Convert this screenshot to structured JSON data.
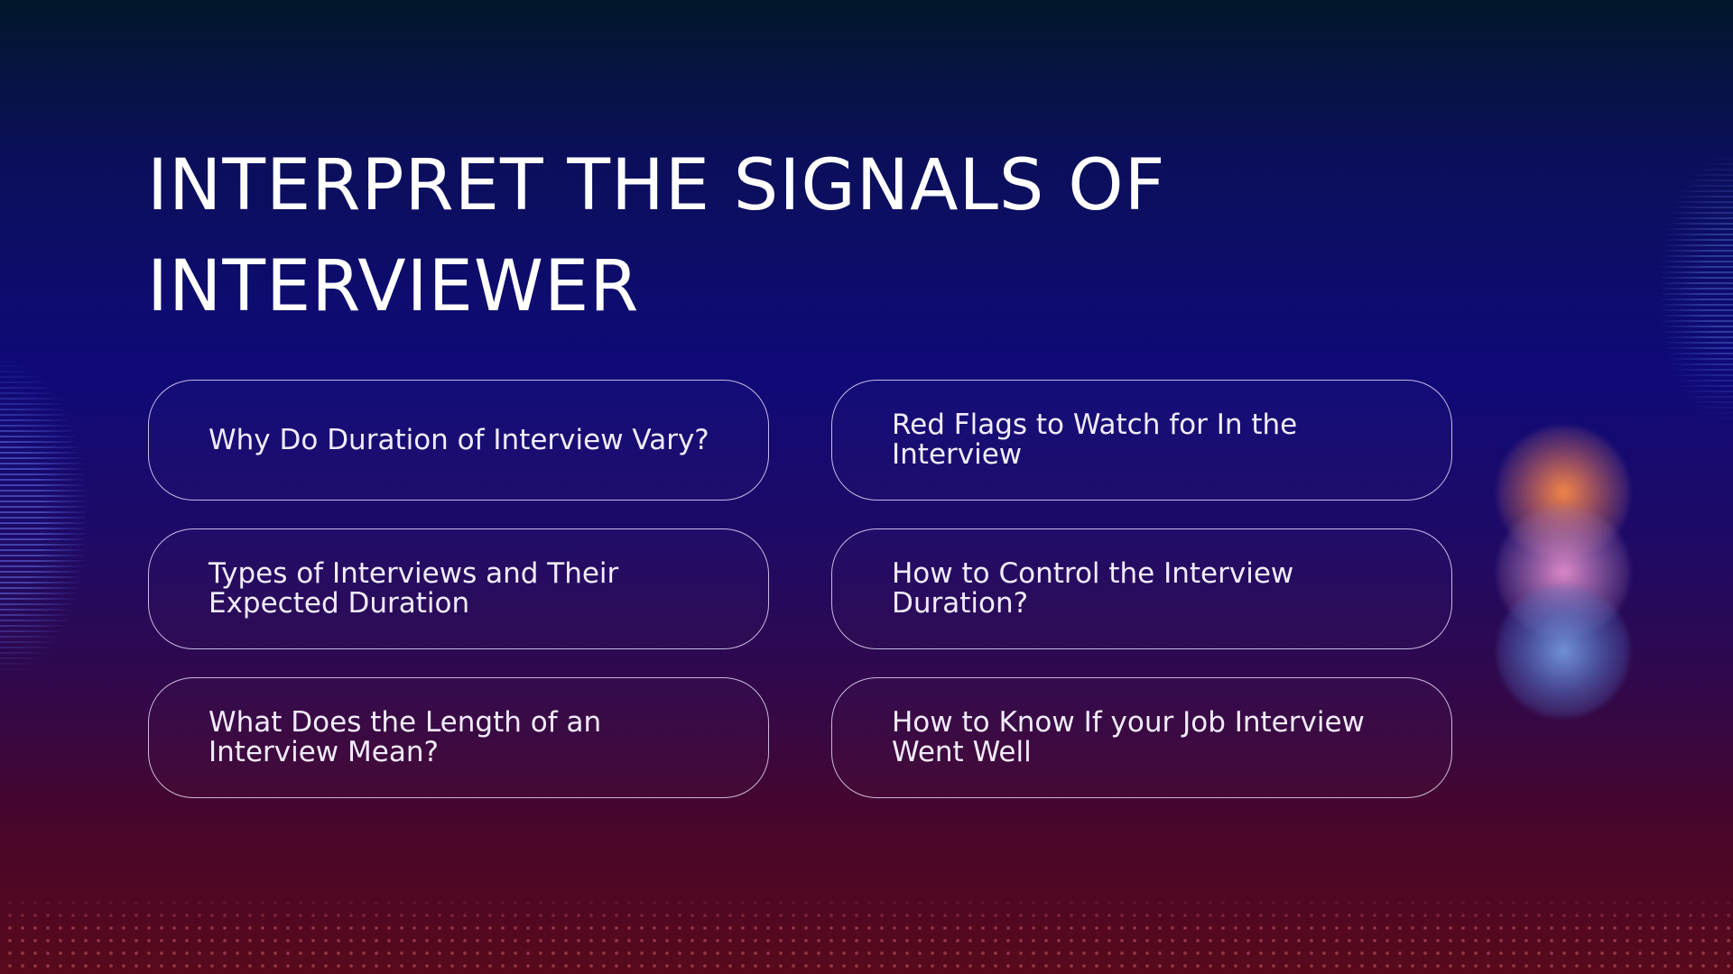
{
  "title": "INTERPRET THE SIGNALS OF INTERVIEWER",
  "topics": [
    {
      "label": "Why Do Duration of Interview Vary?"
    },
    {
      "label": "Red Flags to Watch for In the Interview"
    },
    {
      "label": "Types of Interviews and Their Expected Duration"
    },
    {
      "label": "How to Control the Interview Duration?"
    },
    {
      "label": "What Does the Length of an Interview Mean?"
    },
    {
      "label": "How to Know If your Job Interview Went Well"
    }
  ],
  "colors": {
    "background_top": "#02172b",
    "background_mid": "#0f0a78",
    "background_bottom": "#580a1c",
    "card_border": "#ebe1ff",
    "text": "#ffffff"
  }
}
